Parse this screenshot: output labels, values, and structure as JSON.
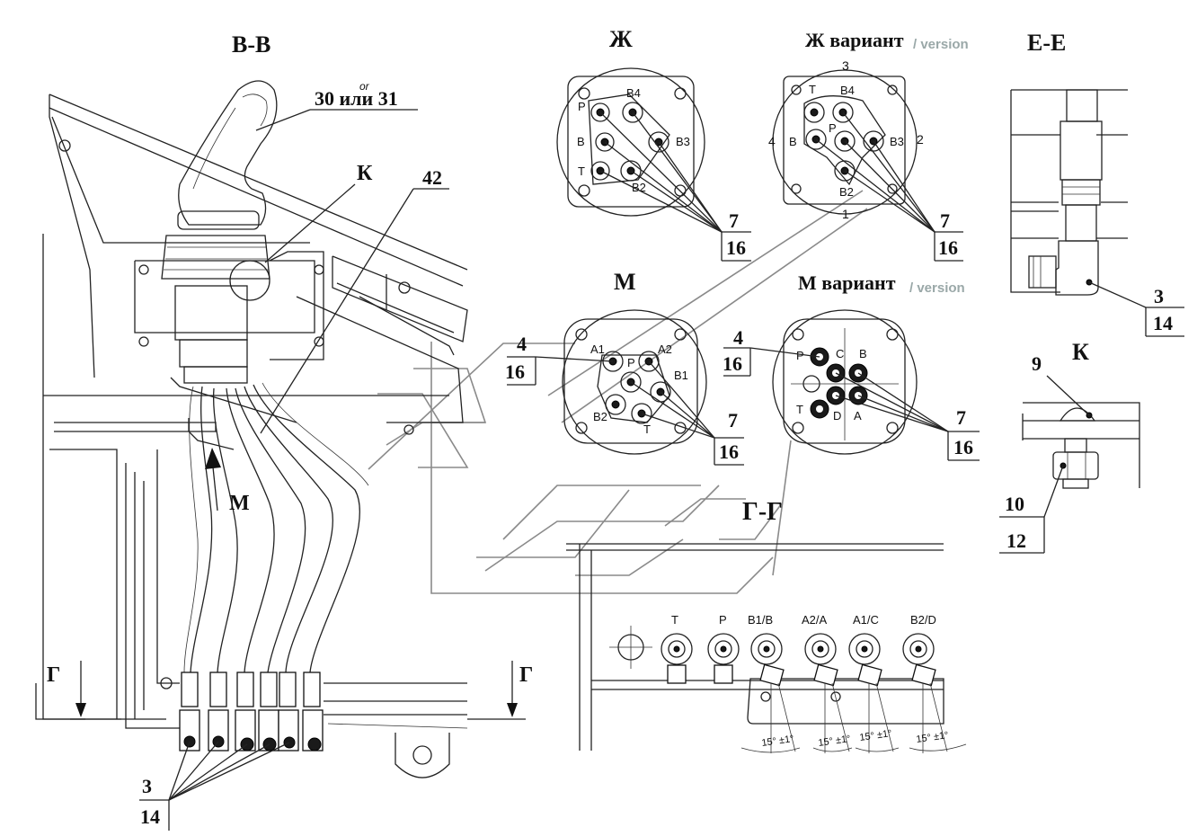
{
  "views": {
    "bb": {
      "title": "В-В"
    },
    "zh": {
      "title": "Ж"
    },
    "zh_var": {
      "title": "Ж вариант",
      "version": "/ version"
    },
    "ee": {
      "title": "Е-Е"
    },
    "m": {
      "title": "М"
    },
    "m_var": {
      "title": "М вариант",
      "version": "/ version"
    },
    "k": {
      "title": "К"
    },
    "gg": {
      "title": "Г-Г"
    }
  },
  "callouts": {
    "part_30_31": "30  или 31",
    "or_text": "or",
    "k_ref": "К",
    "part_42": "42",
    "arrow_m": "М",
    "section_g_left": "Г",
    "section_g_right": "Г",
    "bb_bottom_top": "3",
    "bb_bottom_bottom": "14",
    "zh_top": "7",
    "zh_bottom": "16",
    "zhv_top": "7",
    "zhv_bottom": "16",
    "zhv_side_top": "3",
    "zhv_side_left": "4",
    "zhv_side_right": "2",
    "zhv_side_bottom": "1",
    "ee_top": "3",
    "ee_bottom": "14",
    "m_left_top": "4",
    "m_left_bottom": "16",
    "m_right_top": "7",
    "m_right_bottom": "16",
    "mv_left_top": "4",
    "mv_left_bottom": "16",
    "mv_right_top": "7",
    "mv_right_bottom": "16",
    "k_9": "9",
    "k_10": "10",
    "k_12": "12"
  },
  "ports": {
    "zh": [
      "P",
      "B4",
      "B",
      "B3",
      "T",
      "B2"
    ],
    "zh_var": [
      "T",
      "B4",
      "B",
      "P",
      "B3",
      "B2"
    ],
    "m": [
      "A1",
      "A2",
      "P",
      "B1",
      "B2",
      "T"
    ],
    "m_var": [
      "P",
      "C",
      "B",
      "T",
      "D",
      "A"
    ],
    "gg": [
      "T",
      "P",
      "B1/B",
      "A2/A",
      "A1/C",
      "B2/D"
    ]
  },
  "angles": [
    "15° ±1°",
    "15° ±1°",
    "15° ±1°",
    "15° ±1°"
  ]
}
